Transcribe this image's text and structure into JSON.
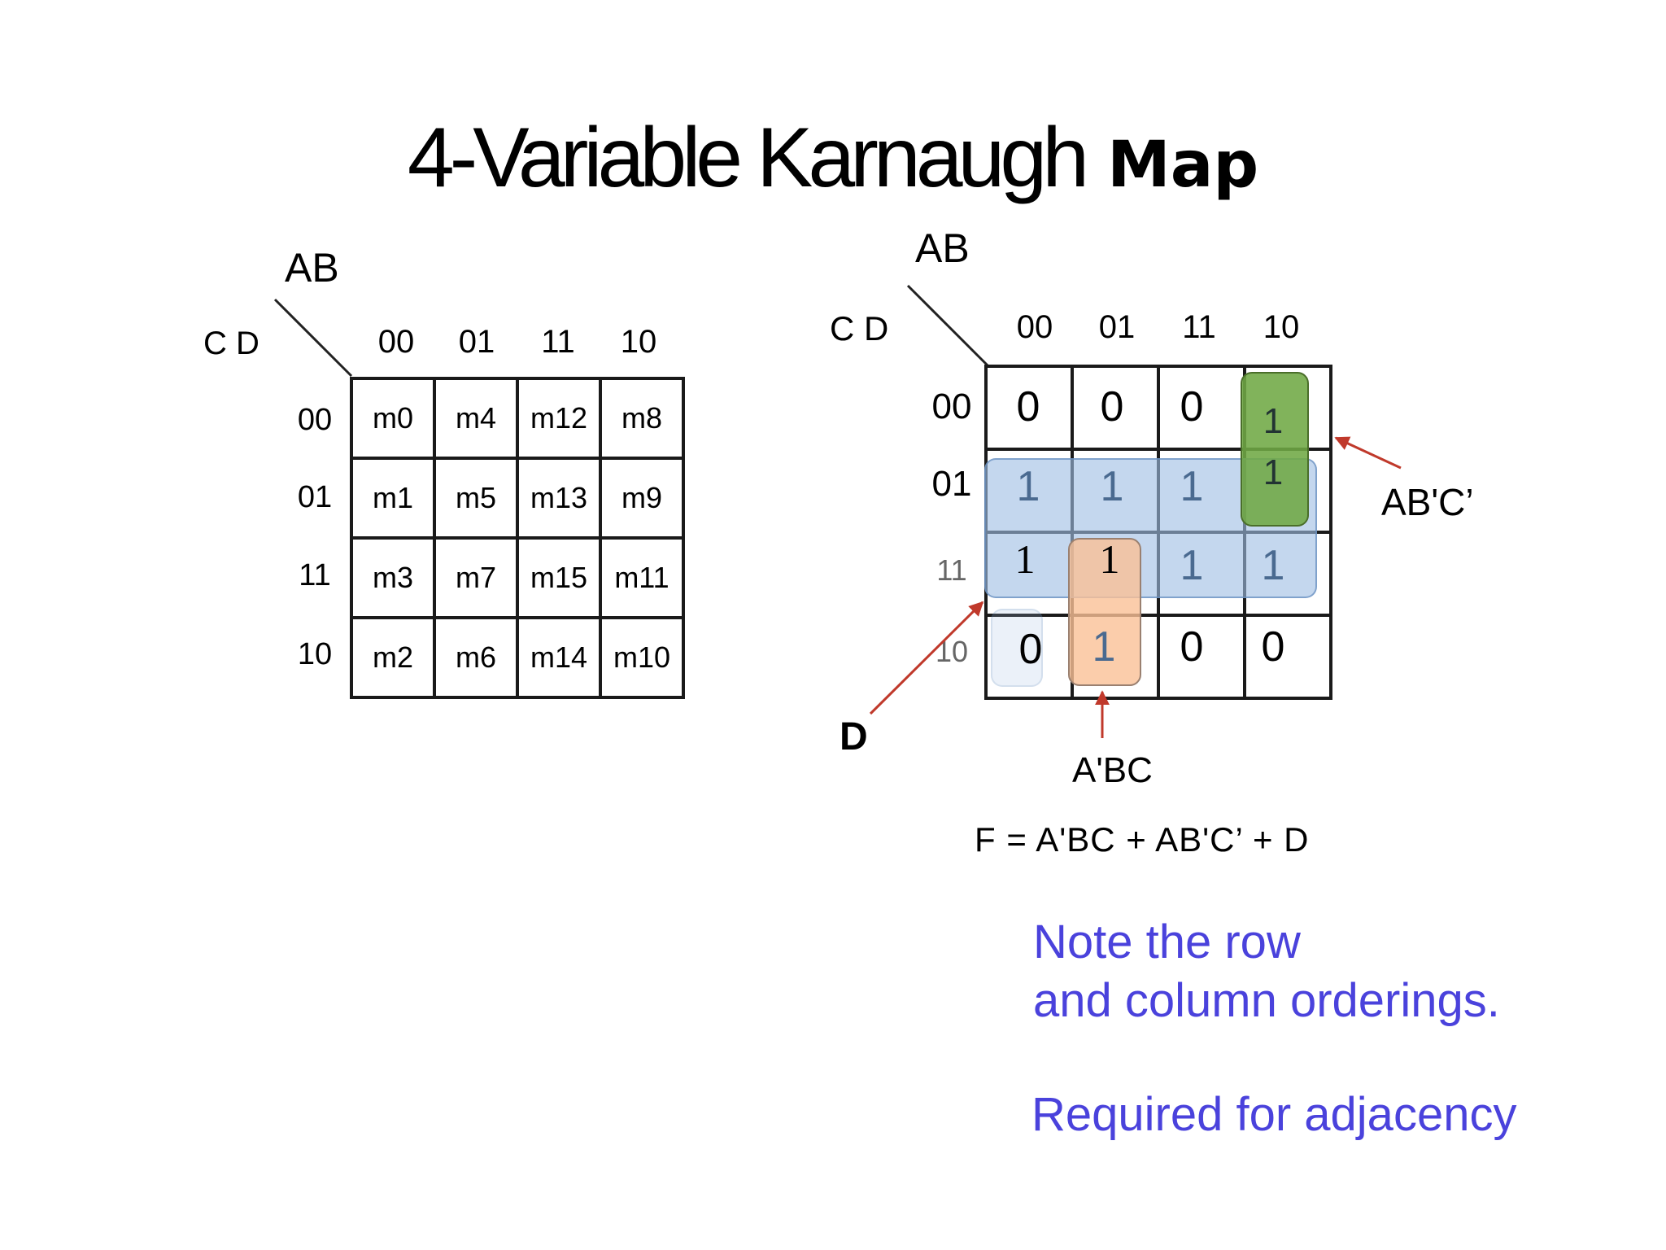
{
  "title": {
    "main": "4-Variable Karnaugh",
    "accent": "Map"
  },
  "left_map": {
    "corner_top": "AB",
    "corner_left": "C D",
    "col_headers": [
      "00",
      "01",
      "11",
      "10"
    ],
    "row_headers": [
      "00",
      "01",
      "11",
      "10"
    ],
    "cells": [
      [
        "m0",
        "m4",
        "m12",
        "m8"
      ],
      [
        "m1",
        "m5",
        "m13",
        "m9"
      ],
      [
        "m3",
        "m7",
        "m15",
        "m11"
      ],
      [
        "m2",
        "m6",
        "m14",
        "m10"
      ]
    ]
  },
  "right_map": {
    "corner_top": "AB",
    "corner_left": "C D",
    "col_headers": [
      "00",
      "01",
      "11",
      "10"
    ],
    "row_headers": [
      "00",
      "01",
      "11",
      "10"
    ],
    "cells": [
      [
        "0",
        "0",
        "0",
        "1"
      ],
      [
        "1",
        "1",
        "1",
        "1"
      ],
      [
        "1",
        "1",
        "1",
        "1"
      ],
      [
        "0",
        "1",
        "0",
        "0"
      ]
    ],
    "groups": [
      {
        "label": "D",
        "color": "#a0bfe4"
      },
      {
        "label": "AB'C’",
        "color": "#70a844"
      },
      {
        "label": "A'BC",
        "color": "#fac096"
      }
    ],
    "arrow_color": "#c0392b"
  },
  "formula": "F = A'BC + AB'C’ + D",
  "note": {
    "line1": "Note the row",
    "line2": "and column orderings.",
    "line3": "Required for  adjacency",
    "color": "#4a42dc"
  }
}
